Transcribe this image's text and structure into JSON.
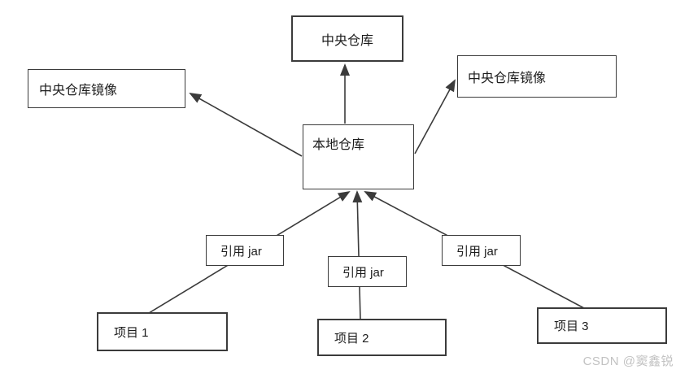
{
  "diagram": {
    "nodes": {
      "central_repo": {
        "label": "中央仓库"
      },
      "mirror_left": {
        "label": "中央仓库镜像"
      },
      "mirror_right": {
        "label": "中央仓库镜像"
      },
      "local_repo": {
        "label": "本地仓库"
      },
      "jar_ref_left": {
        "label": "引用 jar"
      },
      "jar_ref_middle": {
        "label": "引用 jar"
      },
      "jar_ref_right": {
        "label": "引用 jar"
      },
      "project_1": {
        "label": "项目 1"
      },
      "project_2": {
        "label": "项目 2"
      },
      "project_3": {
        "label": "项目 3"
      }
    },
    "edges": [
      {
        "from": "local_repo",
        "to": "central_repo"
      },
      {
        "from": "local_repo",
        "to": "mirror_left"
      },
      {
        "from": "local_repo",
        "to": "mirror_right"
      },
      {
        "from": "project_1",
        "to": "local_repo",
        "via": "jar_ref_left"
      },
      {
        "from": "project_2",
        "to": "local_repo",
        "via": "jar_ref_middle"
      },
      {
        "from": "project_3",
        "to": "local_repo",
        "via": "jar_ref_right"
      }
    ],
    "colors": {
      "line": "#3b3b3b",
      "box_border": "#3b3b3b",
      "box_fill": "#ffffff",
      "text": "#1c1c1c",
      "watermark": "#c2c2c2"
    }
  },
  "watermark": {
    "text": "CSDN @窦鑫锐"
  }
}
